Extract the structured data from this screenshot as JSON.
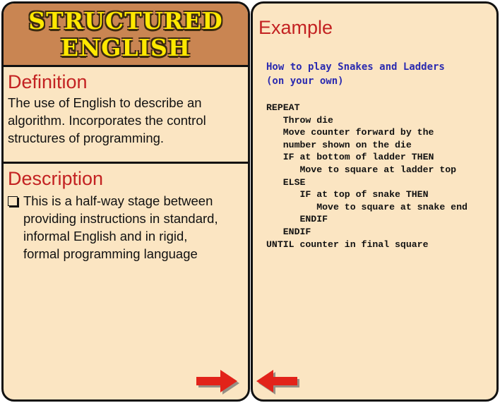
{
  "left_card": {
    "title_line1": "STRUCTURED",
    "title_line2": "ENGLISH",
    "definition": {
      "heading": "Definition",
      "lines": [
        "The use of English to describe an",
        "algorithm.  Incorporates the control",
        "structures of programming."
      ]
    },
    "description": {
      "heading": "Description",
      "bullet_lines": [
        "This is a half-way stage between",
        "providing instructions in standard,",
        "informal English and in rigid,",
        "formal programming language"
      ]
    }
  },
  "right_card": {
    "heading": "Example",
    "code_title": "How to play Snakes and Ladders\n(on your own)",
    "code": "REPEAT\n   Throw die\n   Move counter forward by the\n   number shown on the die\n   IF at bottom of ladder THEN\n      Move to square at ladder top\n   ELSE\n      IF at top of snake THEN\n         Move to square at snake end\n      ENDIF\n   ENDIF\nUNTIL counter in final square"
  },
  "colors": {
    "card_bg": "#fbe5c2",
    "title_band": "#c98552",
    "title_text": "#ffe800",
    "heading_red": "#c32222",
    "code_title_blue": "#2a2ab0",
    "arrow_red": "#e2231a"
  },
  "icons": {
    "next": "arrow-right-icon",
    "previous": "arrow-left-icon",
    "bullet": "checkbox-icon"
  }
}
